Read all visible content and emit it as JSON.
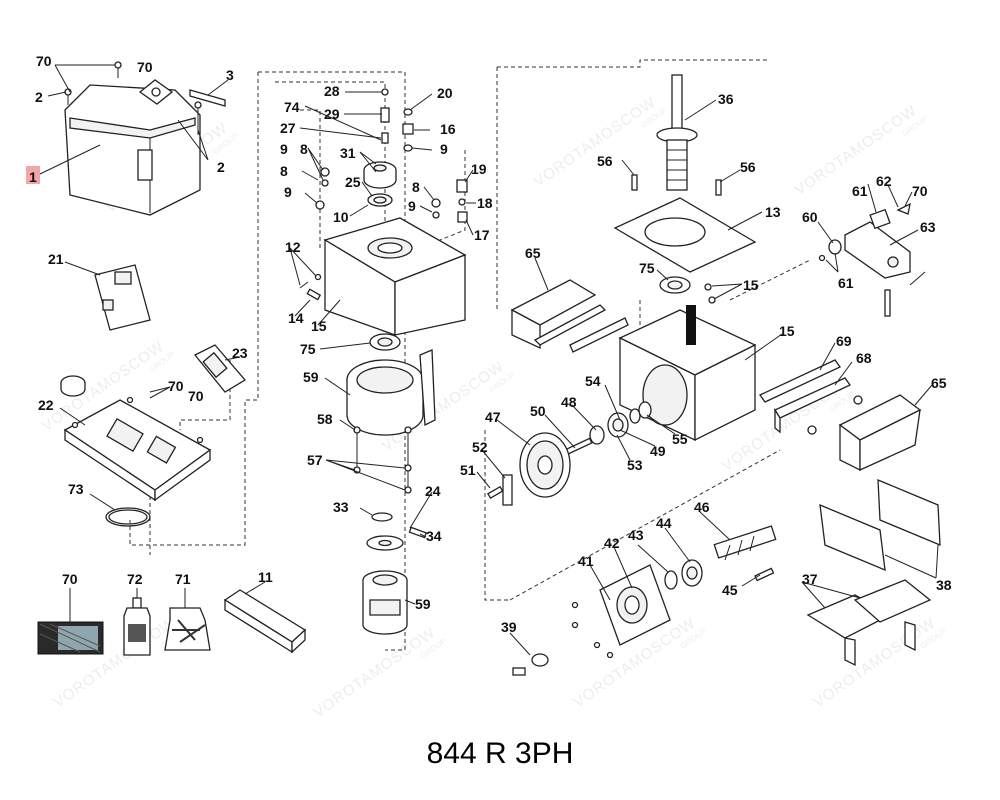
{
  "diagram": {
    "title": "844 R 3PH",
    "highlighted_part": "1",
    "highlight_color": "#f4a6a6",
    "watermark": {
      "text": "VOROTAMOSCOW",
      "sub": "GROUP"
    },
    "callouts": {
      "c1": "1",
      "c2a": "2",
      "c2b": "2",
      "c3": "3",
      "c70a": "70",
      "c70b": "70",
      "c21": "21",
      "c22": "22",
      "c23": "23",
      "c70c": "70",
      "c70d": "70",
      "c73": "73",
      "c70e": "70",
      "c72": "72",
      "c71": "71",
      "c11": "11",
      "c28": "28",
      "c74": "74",
      "c29": "29",
      "c27": "27",
      "c20": "20",
      "c16": "16",
      "c9a": "9",
      "c8a": "8",
      "c31": "31",
      "c9b": "9",
      "c8b": "8",
      "c25": "25",
      "c9c": "9",
      "c10": "10",
      "c8c": "8",
      "c9d": "9",
      "c19": "19",
      "c18": "18",
      "c17": "17",
      "c12": "12",
      "c14": "14",
      "c15a": "15",
      "c75a": "75",
      "c59a": "59",
      "c58": "58",
      "c57": "57",
      "c24": "24",
      "c33": "33",
      "c34": "34",
      "c59b": "59",
      "c36": "36",
      "c56a": "56",
      "c56b": "56",
      "c13": "13",
      "c65a": "65",
      "c75b": "75",
      "c15b": "15",
      "c15c": "15",
      "c54": "54",
      "c48": "48",
      "c50": "50",
      "c47": "47",
      "c52": "52",
      "c51": "51",
      "c53": "53",
      "c49": "49",
      "c55": "55",
      "c46": "46",
      "c44": "44",
      "c43": "43",
      "c42": "42",
      "c41": "41",
      "c45": "45",
      "c39": "39",
      "c60": "60",
      "c61a": "61",
      "c62": "62",
      "c70f": "70",
      "c63": "63",
      "c61b": "61",
      "c69": "69",
      "c68": "68",
      "c65b": "65",
      "c37": "37",
      "c38": "38"
    }
  }
}
